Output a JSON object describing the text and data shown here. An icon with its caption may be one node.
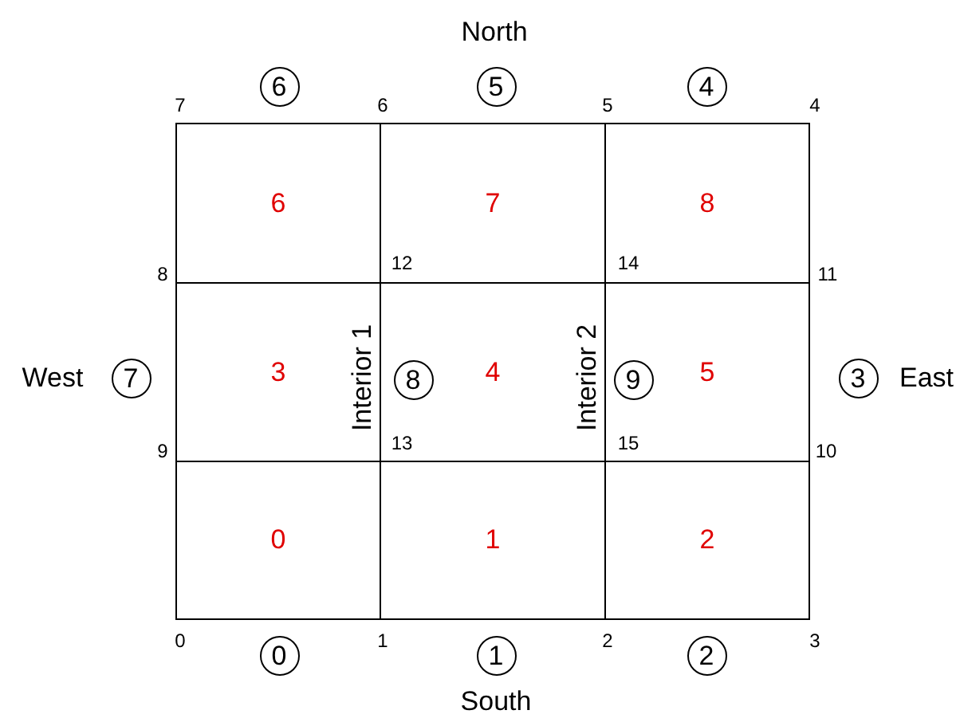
{
  "diagram": {
    "nodes": [
      {
        "text": [
          "6"
        ]
      },
      {
        "text": [
          "7"
        ]
      },
      {
        "text": [
          "8"
        ]
      },
      {
        "text": [
          "3"
        ]
      },
      {
        "text": [
          "4"
        ]
      },
      {
        "text": [
          "5"
        ]
      },
      {
        "text": [
          "0"
        ]
      },
      {
        "text": [
          "1"
        ]
      },
      {
        "text": [
          "2"
        ]
      },
      {
        "text": [
          "6"
        ]
      },
      {
        "text": [
          "5"
        ]
      },
      {
        "text": [
          "4"
        ]
      },
      {
        "text": [
          "7"
        ]
      },
      {
        "text": [
          "8"
        ],
        "in": 4
      },
      {
        "text": [
          "9"
        ],
        "in": 5
      },
      {
        "text": [
          "3"
        ]
      },
      {
        "text": [
          "0"
        ]
      },
      {
        "text": [
          "1"
        ]
      },
      {
        "text": [
          "2"
        ]
      }
    ],
    "labels": [
      "North",
      "7",
      "6",
      "5",
      "4",
      "8",
      "12",
      "14",
      "11",
      "West",
      "Interior 1",
      "Interior 2",
      "East",
      "9",
      "13",
      "15",
      "10",
      "0",
      "1",
      "2",
      "3",
      "South"
    ]
  }
}
